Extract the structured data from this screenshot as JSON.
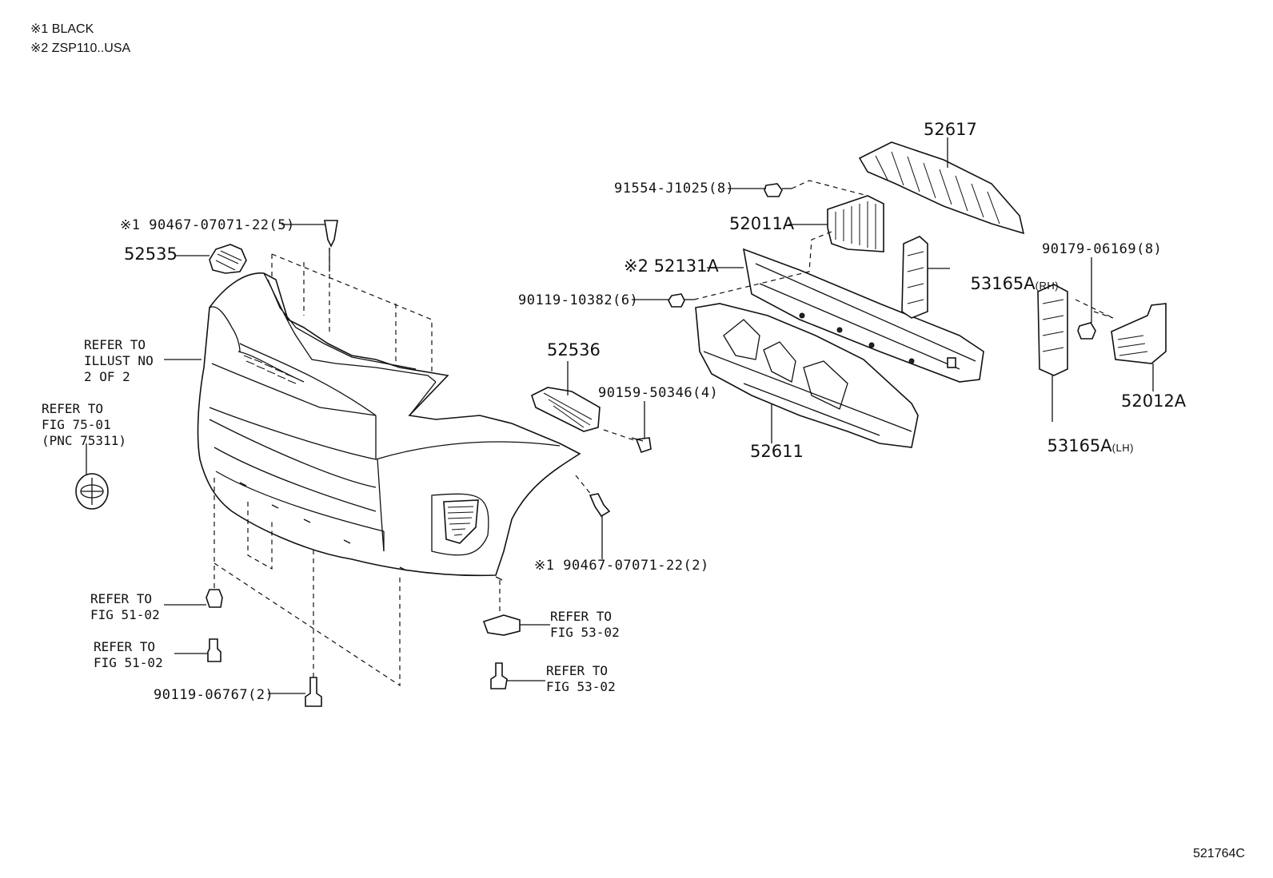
{
  "notes": [
    {
      "mark": "※1",
      "text": "BLACK"
    },
    {
      "mark": "※2",
      "text": "ZSP110..USA"
    }
  ],
  "parts": {
    "p52617": "52617",
    "p91554": "91554-J1025(8)",
    "p52011A": "52011A",
    "p90467a": "※1 90467-07071-22(5)",
    "p52535": "52535",
    "p52131A": "※2 52131A",
    "p53165A_rh": "53165A",
    "p53165A_rh_side": "(RH)",
    "p90179": "90179-06169(8)",
    "p90119a": "90119-10382(6)",
    "p52536": "52536",
    "p90159": "90159-50346(4)",
    "p52611": "52611",
    "p52012A": "52012A",
    "p53165A_lh": "53165A",
    "p53165A_lh_side": "(LH)",
    "p90467b": "※1 90467-07071-22(2)",
    "p90119b": "90119-06767(2)"
  },
  "refs": {
    "illust": "REFER TO\nILLUST NO\n2 OF 2",
    "fig75": "REFER TO\nFIG 75-01\n(PNC 75311)",
    "fig51a": "REFER TO\nFIG 51-02",
    "fig51b": "REFER TO\nFIG 51-02",
    "fig53a": "REFER TO\nFIG 53-02",
    "fig53b": "REFER TO\nFIG 53-02"
  },
  "diagram_id": "521764C"
}
